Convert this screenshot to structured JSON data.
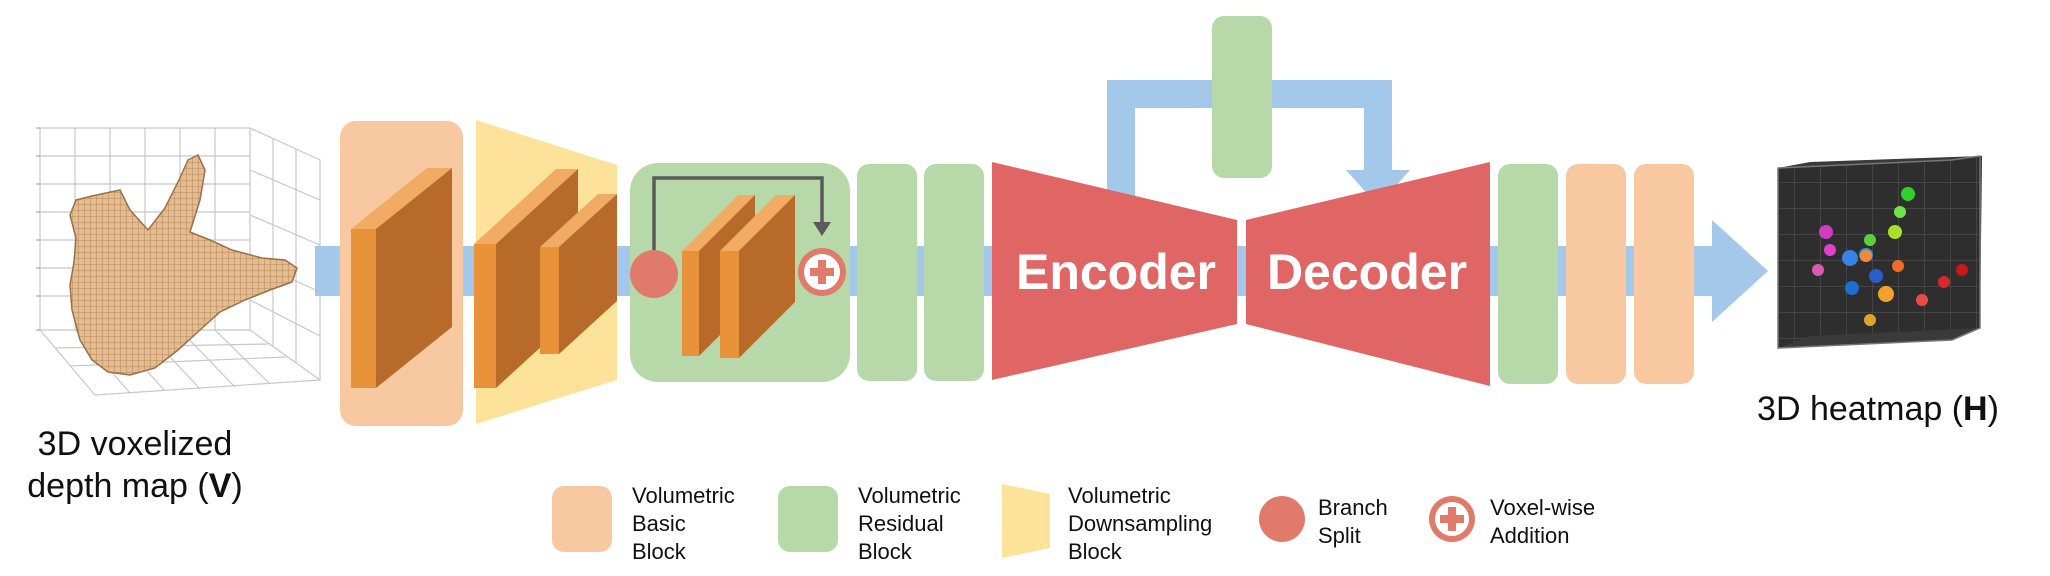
{
  "input": {
    "label_line1": "3D voxelized",
    "label_line2_prefix": "depth map (",
    "label_symbol": "V",
    "label_suffix": ")"
  },
  "output": {
    "label_prefix": "3D heatmap (",
    "label_symbol": "H",
    "label_suffix": ")"
  },
  "network": {
    "encoder_label": "Encoder",
    "decoder_label": "Decoder"
  },
  "legend": {
    "basic_block": [
      "Volumetric",
      "Basic",
      "Block"
    ],
    "residual_block": [
      "Volumetric",
      "Residual",
      "Block"
    ],
    "downsampling_block": [
      "Volumetric",
      "Downsampling",
      "Block"
    ],
    "branch_split": [
      "Branch",
      "Split"
    ],
    "voxel_addition": [
      "Voxel-wise",
      "Addition"
    ]
  },
  "colors": {
    "flow_arrow": "#a3c8ea",
    "basic_block": "#f8c9a0",
    "residual_block": "#b7d9a9",
    "downsampling_block": "#fde39a",
    "encoder_decoder": "#e06666",
    "branch_split": "#e07a6a",
    "conv_front": "#e8923a",
    "conv_top": "#f1ab62",
    "conv_side": "#b86a2a",
    "skip_arrow": "#555555",
    "voxel_fill": "#e5b98c",
    "heatmap_bg": "#333333"
  },
  "icons": {
    "branch_split": "filled-circle",
    "voxel_addition": "circle-plus-icon"
  }
}
